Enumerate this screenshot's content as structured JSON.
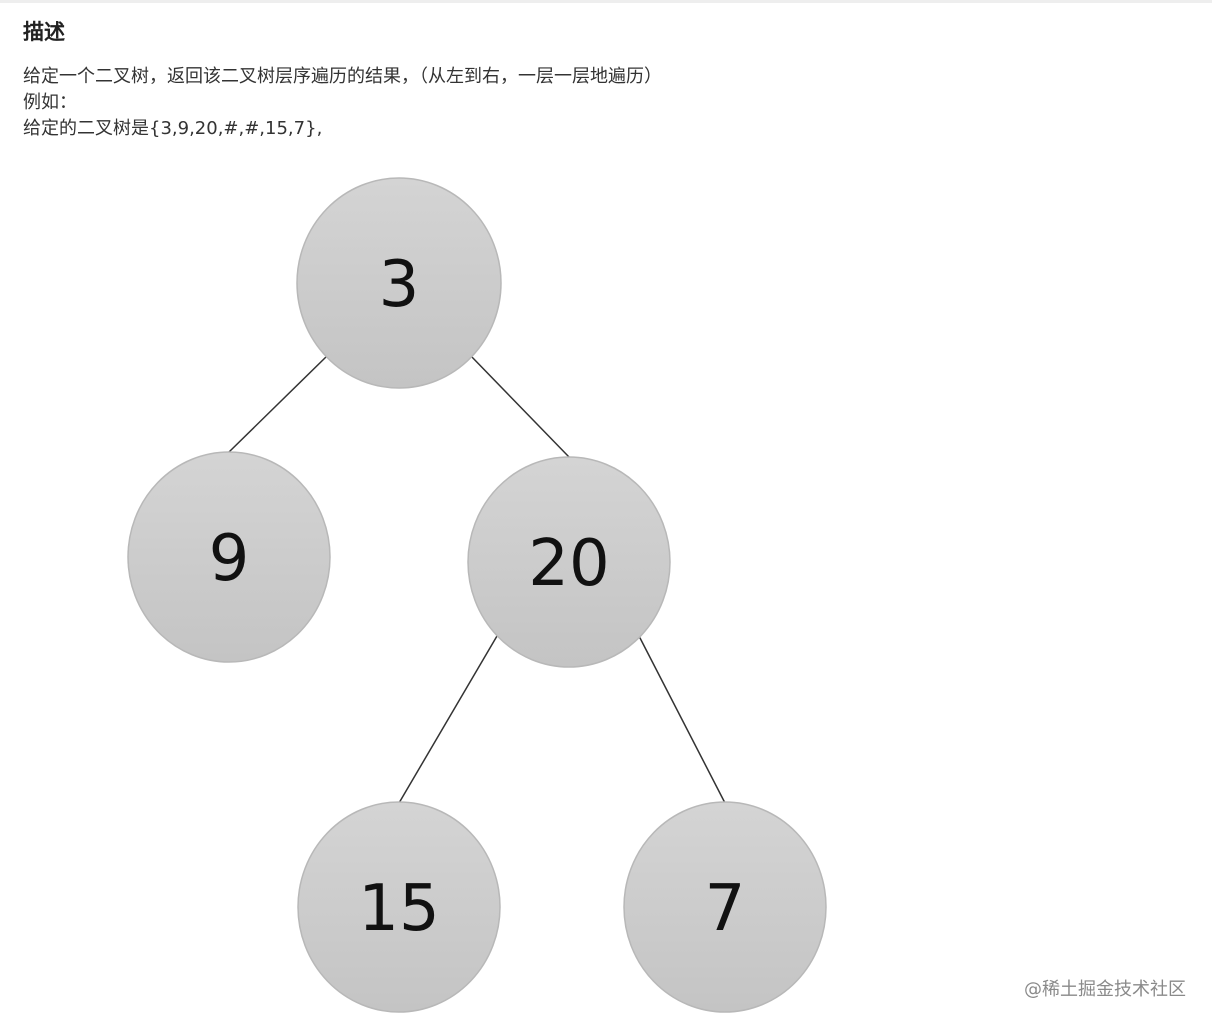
{
  "heading": "描述",
  "description": {
    "line1": "给定一个二叉树，返回该二叉树层序遍历的结果，（从左到右，一层一层地遍历）",
    "line2": "例如：",
    "line3": "给定的二叉树是{3,9,20,#,#,15,7},"
  },
  "tree": {
    "nodes": {
      "root": "3",
      "left": "9",
      "right": "20",
      "right_left": "15",
      "right_right": "7"
    }
  },
  "colors": {
    "node_fill_top": "#d4d4d4",
    "node_fill_bottom": "#c4c4c4",
    "node_stroke": "#b8b8b8",
    "edge": "#333333"
  },
  "watermark": "@稀土掘金技术社区"
}
